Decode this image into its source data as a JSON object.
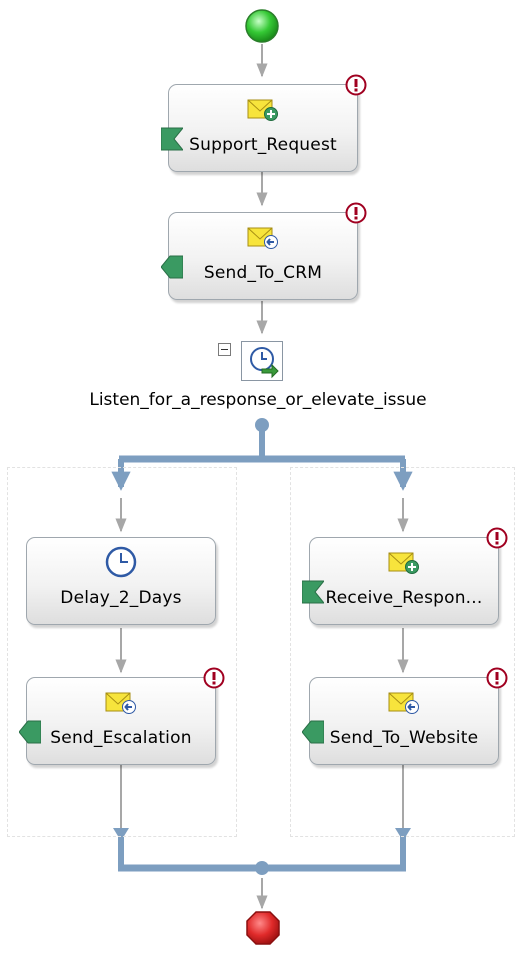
{
  "diagram": {
    "start": {
      "icon": "start-circle-icon"
    },
    "end": {
      "icon": "stop-octagon-icon"
    },
    "shapes": {
      "support_request": {
        "label": "Support_Request",
        "icon": "receive-message-icon",
        "port": "receive-port-icon",
        "warning": "!"
      },
      "send_to_crm": {
        "label": "Send_To_CRM",
        "icon": "send-message-icon",
        "port": "send-port-icon",
        "warning": "!"
      },
      "delay_2_days": {
        "label": "Delay_2_Days",
        "icon": "clock-icon"
      },
      "send_escalation": {
        "label": "Send_Escalation",
        "icon": "send-message-icon",
        "port": "send-port-icon",
        "warning": "!"
      },
      "receive_response": {
        "label": "Receive_Respon...",
        "icon": "receive-message-icon",
        "port": "receive-port-icon",
        "warning": "!"
      },
      "send_to_website": {
        "label": "Send_To_Website",
        "icon": "send-message-icon",
        "port": "send-port-icon",
        "warning": "!"
      }
    },
    "listen": {
      "label": "Listen_for_a_response_or_elevate_issue",
      "icon": "listen-icon",
      "collapse_icon": "collapse-icon"
    },
    "colors": {
      "connector": "#a7a7a7",
      "branch_bar": "#7d9ec0",
      "start": "#2fbf2f",
      "end": "#e02a2a",
      "warning": "#a00020",
      "port": "#3a9a62"
    }
  }
}
